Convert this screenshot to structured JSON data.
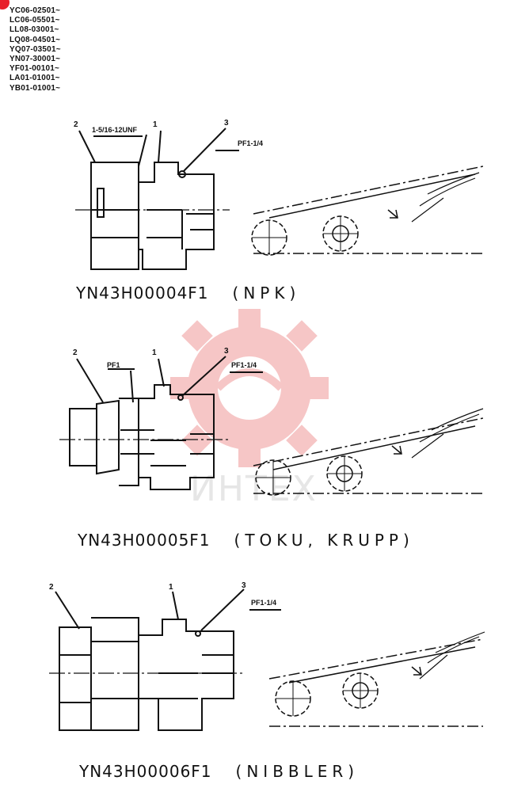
{
  "serials": [
    "YC06-02501~",
    "LC06-05501~",
    "LL08-03001~",
    "LQ08-04501~",
    "YQ07-03501~",
    "YN07-30001~",
    "YF01-00101~",
    "LA01-01001~",
    "YB01-01001~"
  ],
  "diagrams": [
    {
      "part_number": "YN43H00004F1",
      "variant": "(NPK)",
      "callouts": [
        "2",
        "1",
        "3"
      ],
      "thread_left": "1-5/16-12UNF",
      "thread_right": "PF1-1/4"
    },
    {
      "part_number": "YN43H00005F1",
      "variant": "(TOKU, KRUPP)",
      "callouts": [
        "2",
        "1",
        "3"
      ],
      "thread_left": "PF1",
      "thread_right": "PF1-1/4"
    },
    {
      "part_number": "YN43H00006F1",
      "variant": "(NIBBLER)",
      "callouts": [
        "2",
        "1",
        "3"
      ],
      "thread_right": "PF1-1/4"
    }
  ],
  "watermark": "ИНТЕХ",
  "colors": {
    "watermark": "#f4b7b7",
    "accent_dot": "#e8202a"
  }
}
